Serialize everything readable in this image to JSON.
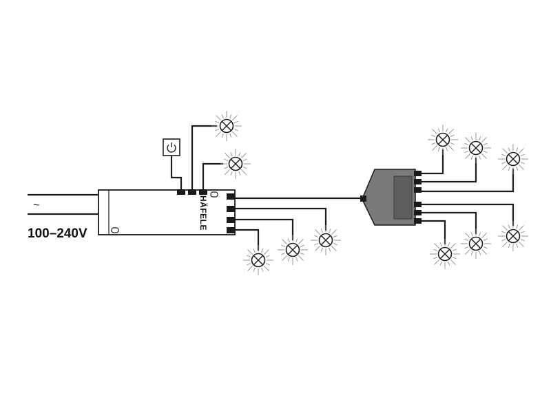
{
  "input": {
    "voltage_label": "100–240V",
    "ac_symbol": "~"
  },
  "driver": {
    "brand": "HÄFELE"
  },
  "switch": {
    "icon": "power-icon"
  },
  "lamps": {
    "driver_top_count": 2,
    "driver_bottom_count": 3,
    "distributor_count": 6
  },
  "colors": {
    "line": "#1a1a1a",
    "rays": "#8a8a8a",
    "background": "#ffffff"
  }
}
